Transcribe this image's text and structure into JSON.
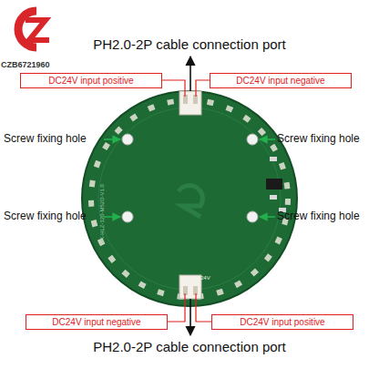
{
  "diagram": {
    "nodes": [
      {
        "text": [
          "DC24V input positive"
        ]
      },
      {
        "text": [
          "DC24V input negative"
        ]
      },
      {
        "text": [
          "DC24V input negative"
        ]
      },
      {
        "text": [
          "DC24V input positive"
        ]
      }
    ],
    "labels": [
      "CZB6721960",
      "PH2.0-2P cable connection port",
      "Screw fixing hole",
      "Screw fixing hole",
      "VK-HLZ-120-M52D-V1.0",
      "Screw fixing hole",
      "Screw fixing hole",
      "24V",
      "PH2.0-2P cable connection port"
    ]
  }
}
